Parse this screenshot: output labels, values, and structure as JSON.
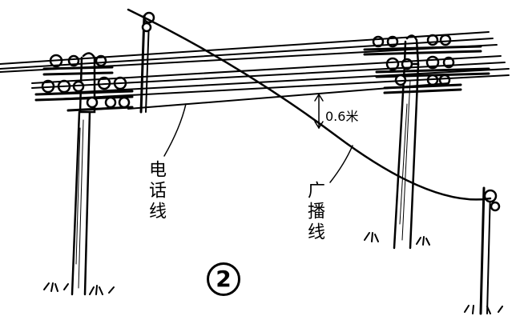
{
  "labels": {
    "telephone_line": "电话线",
    "broadcast_line": "广播线",
    "clearance": "0.6米",
    "figure_number": "2"
  },
  "colors": {
    "ink": "#000000",
    "background": "#ffffff"
  }
}
